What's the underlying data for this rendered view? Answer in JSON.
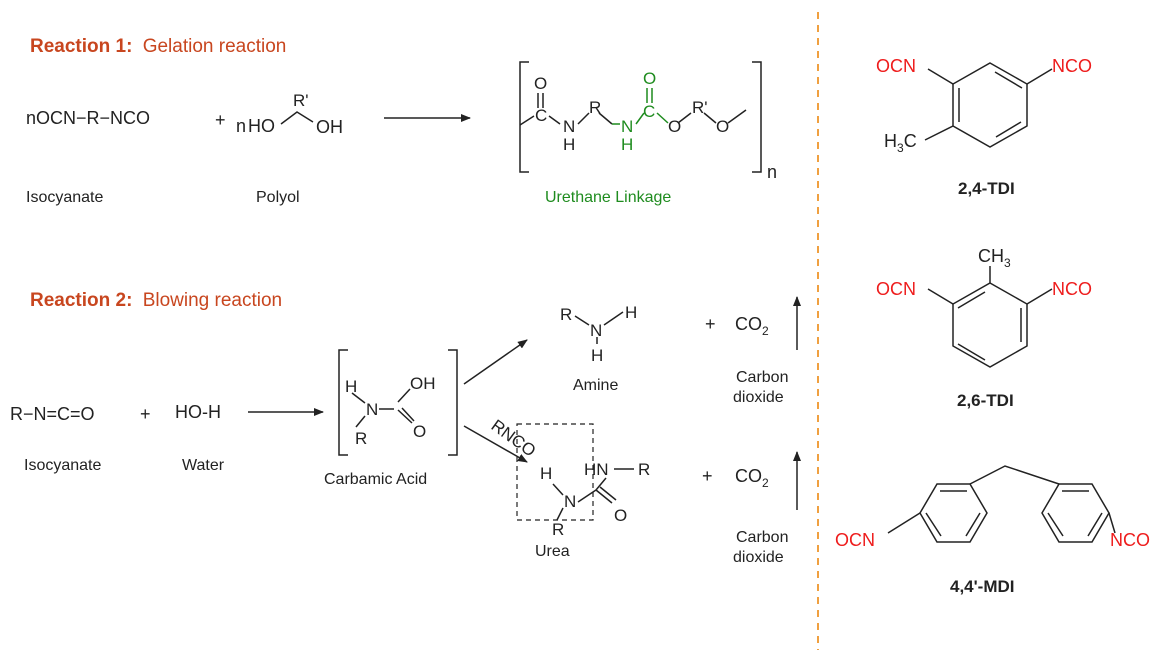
{
  "reaction1": {
    "header_bold": "Reaction 1:",
    "header_text": "Gelation reaction",
    "isocyanate_formula": "nOCN−R−NCO",
    "plus": "+",
    "polyol_n": "n",
    "polyol_ho": "HO",
    "polyol_rprime": "R'",
    "polyol_oh": "OH",
    "label_isocyanate": "Isocyanate",
    "label_polyol": "Polyol",
    "label_product": "Urethane Linkage",
    "repeat_n": "n"
  },
  "reaction2": {
    "header_bold": "Reaction 2:",
    "header_text": "Blowing reaction",
    "isocyanate_formula": "R−N=C=O",
    "plus": "+",
    "water_formula": "HO-H",
    "label_isocyanate": "Isocyanate",
    "label_water": "Water",
    "label_carbamic": "Carbamic Acid",
    "label_amine": "Amine",
    "label_urea": "Urea",
    "rnco": "RNCO",
    "co2_main": "CO",
    "co2_sub": "2",
    "carbon": "Carbon",
    "dioxide": "dioxide"
  },
  "structures": [
    {
      "name": "2,4-TDI",
      "left_group": "OCN",
      "right_group": "NCO",
      "methyl": "H3C"
    },
    {
      "name": "2,6-TDI",
      "left_group": "OCN",
      "right_group": "NCO",
      "methyl": "CH3"
    },
    {
      "name": "4,4'-MDI",
      "left_group": "OCN",
      "right_group": "NCO"
    }
  ],
  "atoms": {
    "O": "O",
    "N": "N",
    "H": "H",
    "C": "C",
    "R": "R",
    "OH": "OH",
    "HN": "HN",
    "Rp": "R'"
  },
  "colors": {
    "header": "#c8461f",
    "urethane": "#1f8c1f",
    "isocyanate_group": "#ee1c1c",
    "divider": "#f0a040"
  }
}
